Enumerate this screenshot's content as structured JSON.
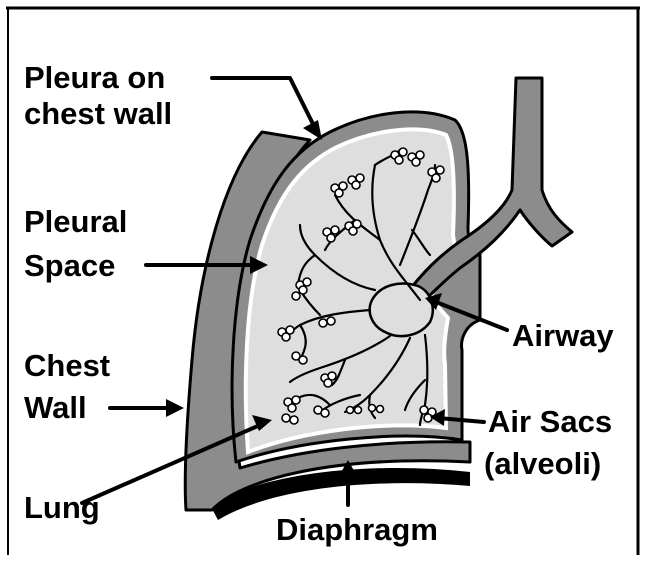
{
  "labels": {
    "pleura_chest_wall": [
      "Pleura on",
      "chest wall"
    ],
    "pleural_space": [
      "Pleural",
      "Space"
    ],
    "chest_wall": [
      "Chest",
      "Wall"
    ],
    "lung": "Lung",
    "airway": "Airway",
    "air_sacs": [
      "Air Sacs",
      "(alveoli)"
    ],
    "diaphragm": "Diaphragm"
  },
  "colors": {
    "tissue_gray": "#8c8c8c",
    "lung_light": "#dedede",
    "outline": "#000000",
    "background": "#ffffff"
  }
}
